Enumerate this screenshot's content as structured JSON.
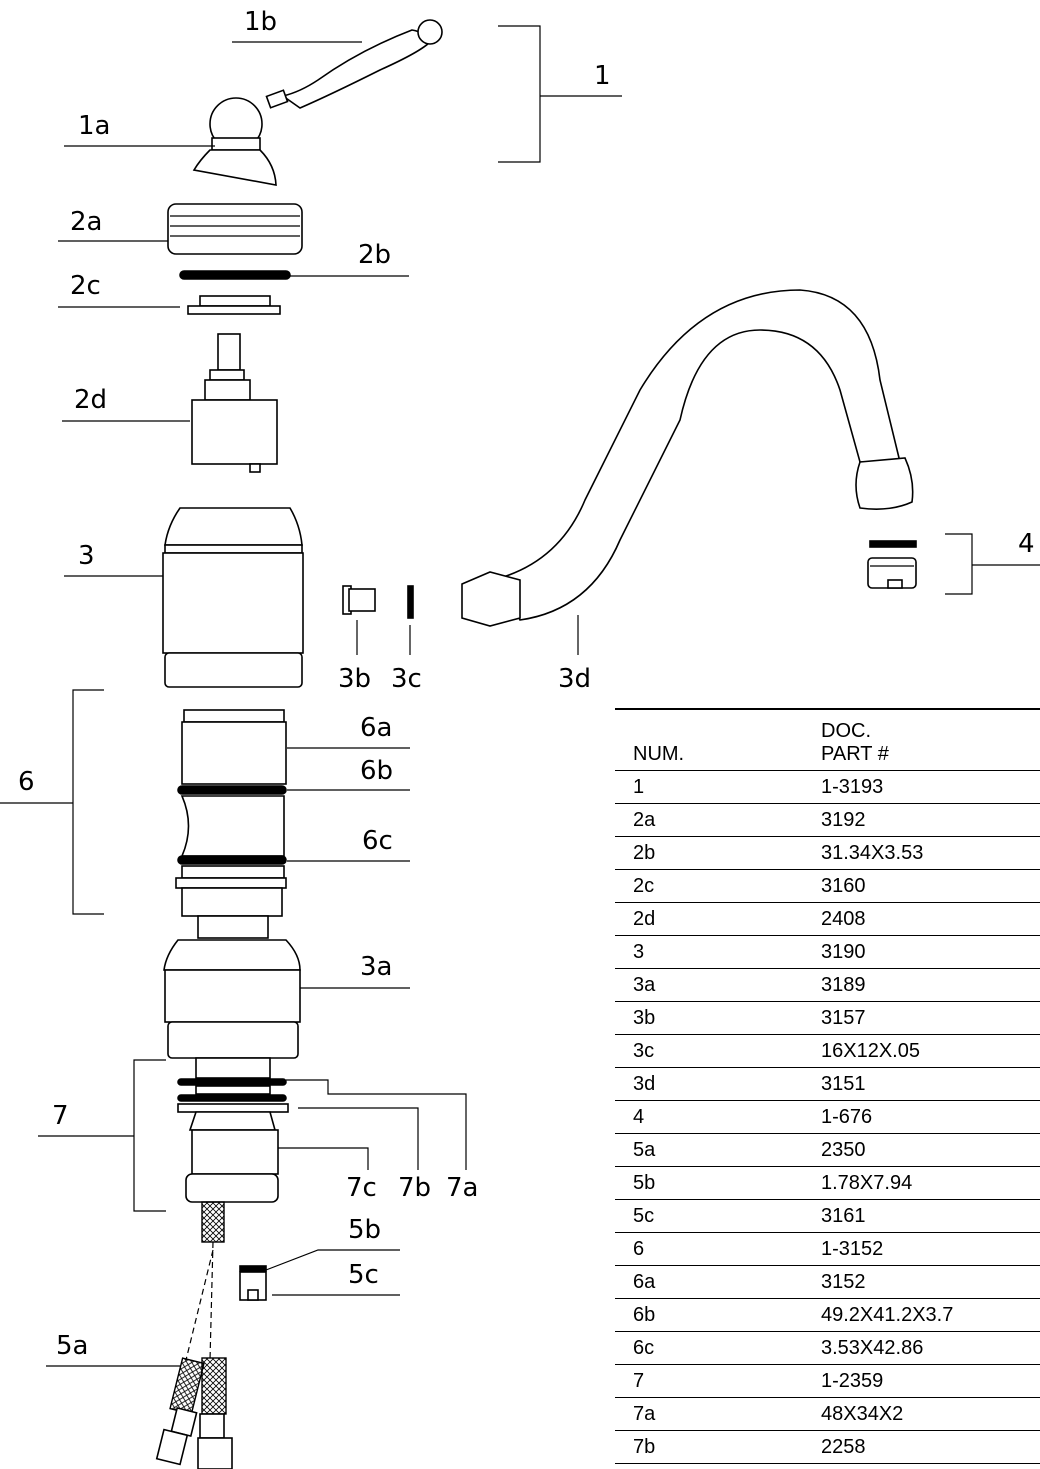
{
  "callouts": {
    "c1b": "1b",
    "c1": "1",
    "c1a": "1a",
    "c2a": "2a",
    "c2b": "2b",
    "c2c": "2c",
    "c2d": "2d",
    "c3": "3",
    "c3b": "3b",
    "c3c": "3c",
    "c3d": "3d",
    "c4": "4",
    "c6": "6",
    "c6a": "6a",
    "c6b": "6b",
    "c6c": "6c",
    "c3a": "3a",
    "c7": "7",
    "c7a": "7a",
    "c7b": "7b",
    "c7c": "7c",
    "c5a": "5a",
    "c5b": "5b",
    "c5c": "5c"
  },
  "table": {
    "header_num": "NUM.",
    "header_doc": "DOC.",
    "header_part": "PART #",
    "rows": [
      {
        "num": "1",
        "part": "1-3193"
      },
      {
        "num": "2a",
        "part": "3192"
      },
      {
        "num": "2b",
        "part": "31.34X3.53"
      },
      {
        "num": "2c",
        "part": "3160"
      },
      {
        "num": "2d",
        "part": "2408"
      },
      {
        "num": "3",
        "part": "3190"
      },
      {
        "num": "3a",
        "part": "3189"
      },
      {
        "num": "3b",
        "part": "3157"
      },
      {
        "num": "3c",
        "part": "16X12X.05"
      },
      {
        "num": "3d",
        "part": "3151"
      },
      {
        "num": "4",
        "part": "1-676"
      },
      {
        "num": "5a",
        "part": "2350"
      },
      {
        "num": "5b",
        "part": "1.78X7.94"
      },
      {
        "num": "5c",
        "part": "3161"
      },
      {
        "num": "6",
        "part": "1-3152"
      },
      {
        "num": "6a",
        "part": "3152"
      },
      {
        "num": "6b",
        "part": "49.2X41.2X3.7"
      },
      {
        "num": "6c",
        "part": "3.53X42.86"
      },
      {
        "num": "7",
        "part": "1-2359"
      },
      {
        "num": "7a",
        "part": "48X34X2"
      },
      {
        "num": "7b",
        "part": "2258"
      }
    ]
  }
}
